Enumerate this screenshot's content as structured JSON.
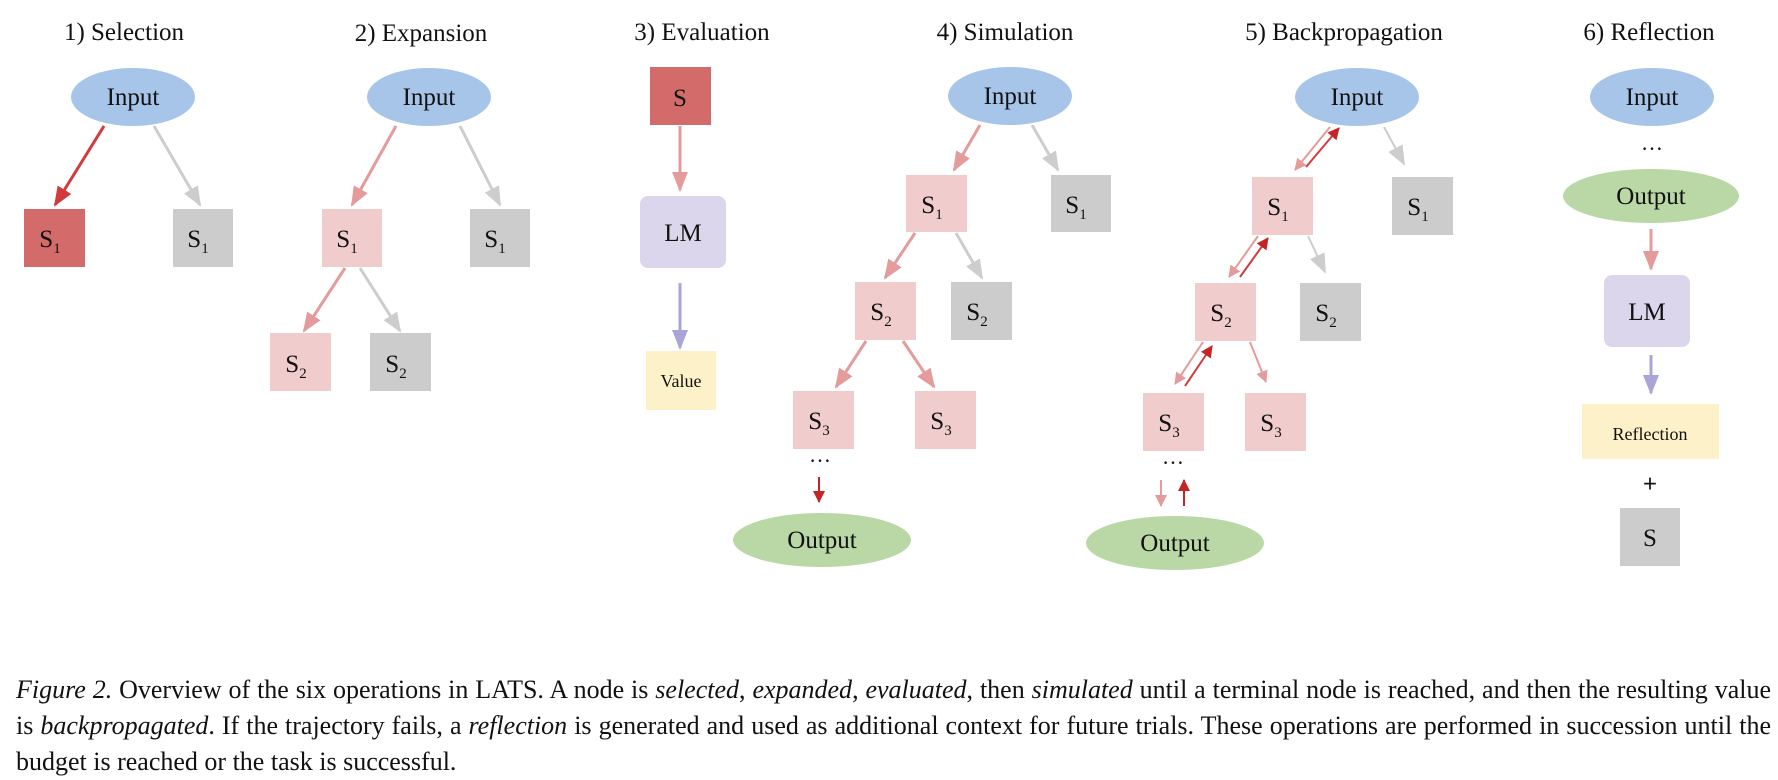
{
  "panels": {
    "selection": {
      "title": "1) Selection"
    },
    "expansion": {
      "title": "2) Expansion"
    },
    "evaluation": {
      "title": "3) Evaluation"
    },
    "simulation": {
      "title": "4) Simulation"
    },
    "backpropagation": {
      "title": "5) Backpropagation"
    },
    "reflection": {
      "title": "6) Reflection"
    }
  },
  "labels": {
    "input": "Input",
    "output": "Output",
    "state": "S",
    "lm": "LM",
    "value": "Value",
    "reflection": "Reflection",
    "plus": "+",
    "ellipsis": "…",
    "sub1": "1",
    "sub2": "2",
    "sub3": "3"
  },
  "colors": {
    "input_fill": "#a7c5e8",
    "output_fill": "#b9d8a6",
    "selected_fill": "#d46b6b",
    "expanded_fill": "#f1cccd",
    "unexplored_fill": "#cccccc",
    "lm_fill": "#dcd6ec",
    "value_fill": "#fcf1c8",
    "arrow_red": "#d23b3b",
    "arrow_dark_red": "#c42424",
    "arrow_pink": "#e39b9b",
    "arrow_gray": "#cdcdcd",
    "arrow_purple": "#aba4d8"
  },
  "caption": {
    "figure_label": "Figure 2.",
    "t1": " Overview of the six operations in LATS. A node is ",
    "e1": "selected",
    "t2": ", ",
    "e2": "expanded",
    "t3": ", ",
    "e3": "evaluated",
    "t4": ", then ",
    "e4": "simulated",
    "t5": " until a terminal node is reached, and then the resulting value is ",
    "e5": "backpropagated",
    "t6": ". If the trajectory fails, a ",
    "e6": "reflection",
    "t7": " is generated and used as additional context for future trials. These operations are performed in succession until the budget is reached or the task is successful."
  }
}
